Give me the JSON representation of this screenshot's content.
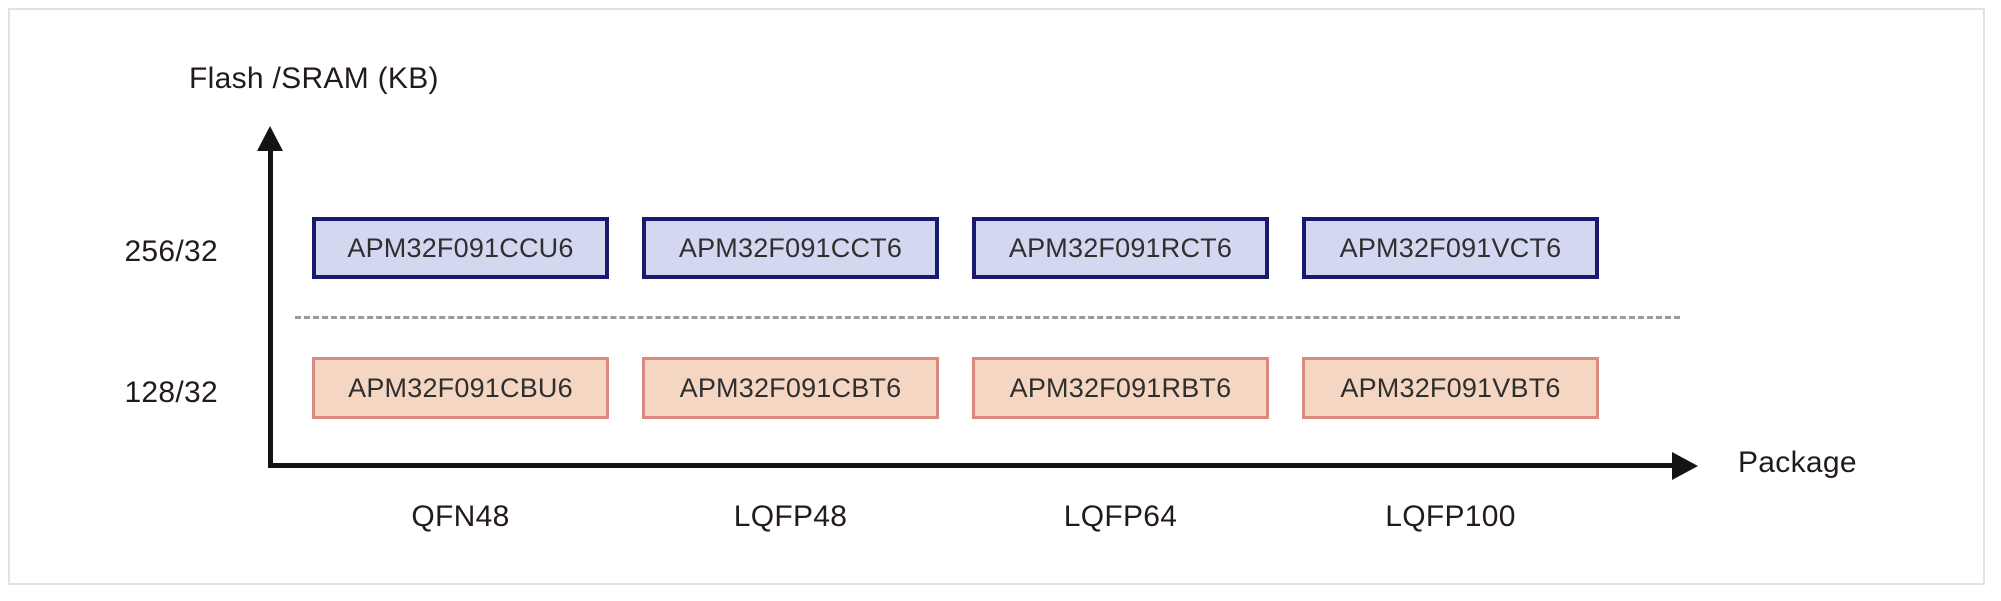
{
  "chart_data": {
    "type": "table",
    "title": "",
    "ylabel": "Flash /SRAM (KB)",
    "xlabel": "Package",
    "grid": false,
    "legend": "none",
    "y_categories": [
      "256/32",
      "128/32"
    ],
    "x_categories": [
      "QFN48",
      "LQFP48",
      "LQFP64",
      "LQFP100"
    ],
    "divider_between_rows": true,
    "rows": [
      {
        "y_label": "256/32",
        "flash_kb": 256,
        "sram_kb": 32,
        "fill_color": "#d3d7ef",
        "border_color": "#191970",
        "cells": [
          {
            "package": "QFN48",
            "part": "APM32F091CCU6"
          },
          {
            "package": "LQFP48",
            "part": "APM32F091CCT6"
          },
          {
            "package": "LQFP64",
            "part": "APM32F091RCT6"
          },
          {
            "package": "LQFP100",
            "part": "APM32F091VCT6"
          }
        ]
      },
      {
        "y_label": "128/32",
        "flash_kb": 128,
        "sram_kb": 32,
        "fill_color": "#f5d6c3",
        "border_color": "#d9897d",
        "cells": [
          {
            "package": "QFN48",
            "part": "APM32F091CBU6"
          },
          {
            "package": "LQFP48",
            "part": "APM32F091CBT6"
          },
          {
            "package": "LQFP64",
            "part": "APM32F091RBT6"
          },
          {
            "package": "LQFP100",
            "part": "APM32F091VBT6"
          }
        ]
      }
    ]
  },
  "axes": {
    "y_title": "Flash /SRAM (KB)",
    "x_title": "Package",
    "y_ticks": [
      "256/32",
      "128/32"
    ],
    "x_ticks": [
      "QFN48",
      "LQFP48",
      "LQFP64",
      "LQFP100"
    ],
    "axis_color": "#141414"
  },
  "colors": {
    "high_fill": "#d3d7ef",
    "high_border": "#191970",
    "low_fill": "#f5d6c3",
    "low_border": "#d9897d",
    "divider": "#9a9a9a",
    "text": "#231a1a",
    "frame": "#e2e2e4"
  }
}
